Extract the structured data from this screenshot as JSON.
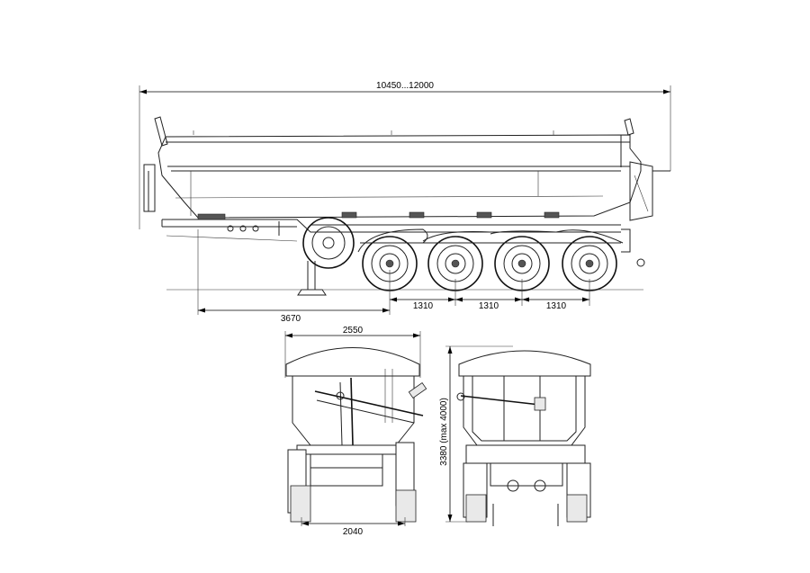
{
  "dimensions": {
    "overall_length": "10450...12000",
    "kingpin_to_axle": "3670",
    "axle_spacing_1": "1310",
    "axle_spacing_2": "1310",
    "axle_spacing_3": "1310",
    "body_width": "2550",
    "track_width": "2040",
    "overall_height": "3380 (max 4000)"
  }
}
